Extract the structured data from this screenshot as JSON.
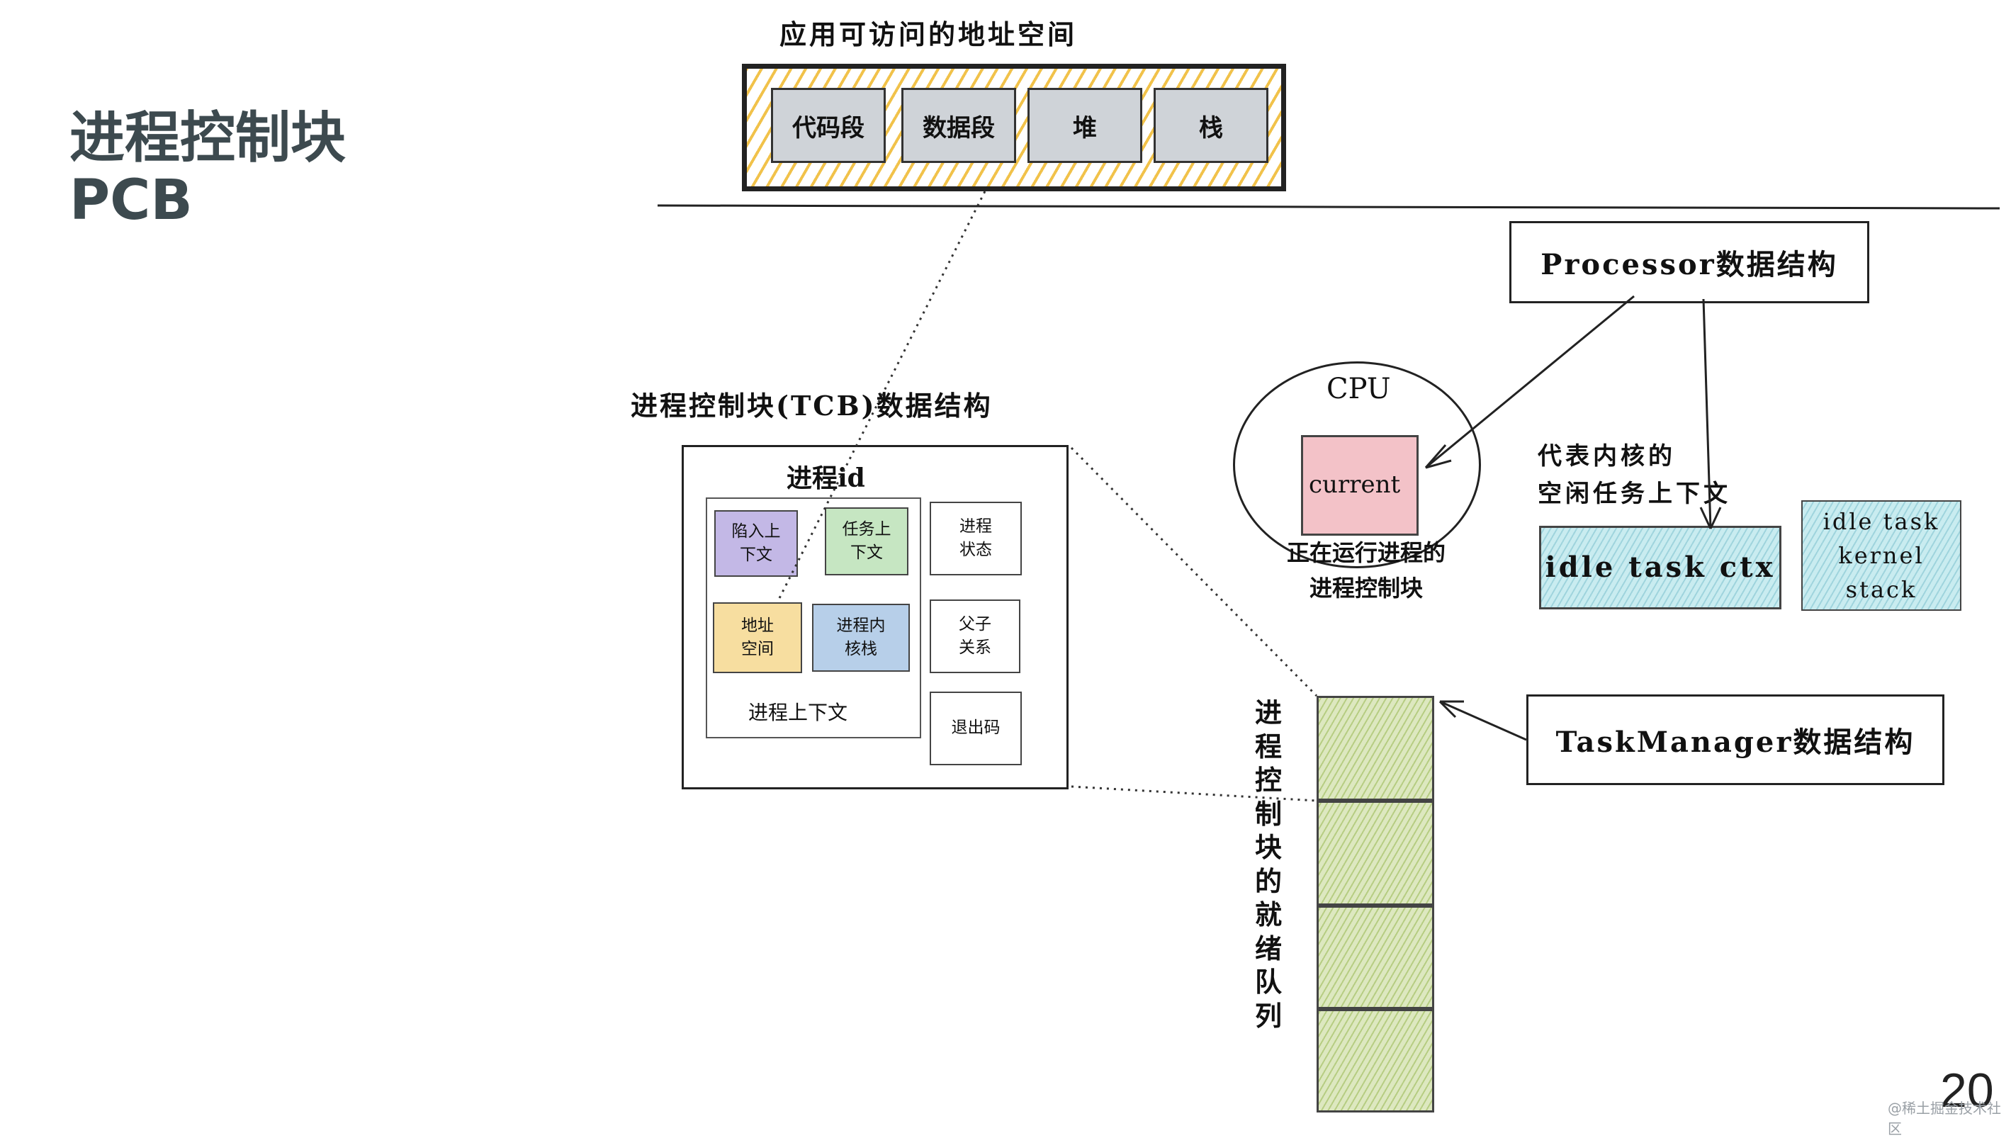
{
  "slide": {
    "title_line1": "进程控制块",
    "title_line2": "PCB",
    "page_number": "20",
    "watermark": "@稀土掘金技术社区"
  },
  "address_space": {
    "caption": "应用可访问的地址空间",
    "segments": [
      "代码段",
      "数据段",
      "堆",
      "栈"
    ]
  },
  "tcb": {
    "caption": "进程控制块(TCB)数据结构",
    "pid_label": "进程id",
    "context_group_label": "进程上下文",
    "inner": {
      "trap_ctx": "陷入上\n下文",
      "task_ctx": "任务上\n下文",
      "addr_space": "地址\n空间",
      "kernel_stack": "进程内\n核栈"
    },
    "side": {
      "status": "进程\n状态",
      "parent_child": "父子\n关系",
      "exit_code": "退出码"
    }
  },
  "cpu": {
    "label": "CPU",
    "current": "current",
    "caption": "正在运行进程的\n进程控制块"
  },
  "processor": {
    "label": "Processor数据结构"
  },
  "idle": {
    "caption": "代表内核的\n空闲任务上下文",
    "ctx_label": "idle task ctx",
    "stack_label": "idle task\nkernel\nstack"
  },
  "task_manager": {
    "label": "TaskManager数据结构"
  },
  "ready_queue": {
    "caption": "进程控制块的就绪队列"
  },
  "colors": {
    "title": "#3d4a4f",
    "segment_gray": "#cfd3d8",
    "hatch_yellow": "#f1c24a",
    "purple": "#c3b8e6",
    "green": "#c6e6c2",
    "orange": "#f7dea0",
    "blue": "#b7cfe9",
    "pink": "#f3c2c8",
    "queue_green": "#b6cd82",
    "idle_blue": "#9fd4dd"
  }
}
